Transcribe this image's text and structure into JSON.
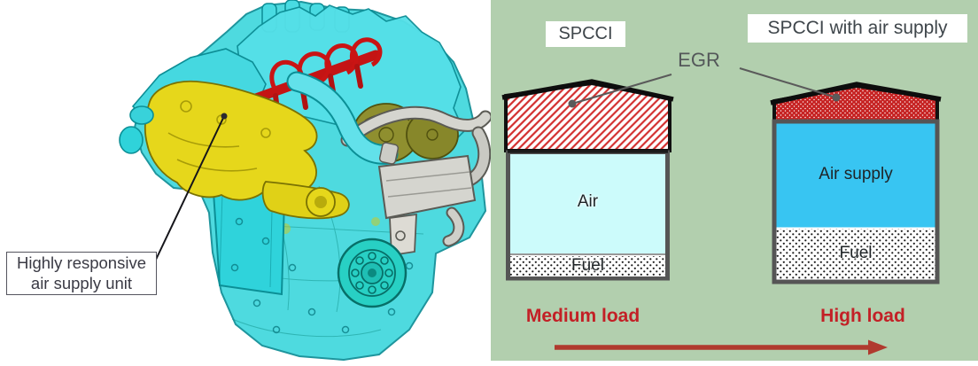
{
  "engine_panel": {
    "callout_label": "Highly responsive\nair supply unit",
    "highlight_colors": {
      "engine_body_cyan": "#3fd7dd",
      "air_supply_unit_yellow": "#e6d71b",
      "fuel_system_red": "#c41414",
      "pump_covers_olive": "#8f8f2f",
      "egr_piping_gray": "#d5d5cf"
    }
  },
  "comparison_panel": {
    "background": "#b2cfae",
    "title_left": "SPCCI",
    "title_right": "SPCCI with air supply",
    "egr_label": "EGR",
    "left_chamber": {
      "air_label": "Air",
      "fuel_label": "Fuel",
      "load_label": "Medium load",
      "top_segment": "EGR",
      "top_segment_pattern": "red-diagonal-hatch"
    },
    "right_chamber": {
      "air_label": "Air supply",
      "fuel_label": "Fuel",
      "load_label": "High load",
      "top_segment": "EGR",
      "top_segment_pattern": "red-crosshatch"
    },
    "colors": {
      "egr_hatch_red": "#c8231f",
      "air_left_fill": "#ccfbfb",
      "air_supply_fill": "#38c5f2",
      "fuel_fill": "#ffffff",
      "load_text_red": "#c32026",
      "arrow_red": "#b03a2e"
    }
  }
}
